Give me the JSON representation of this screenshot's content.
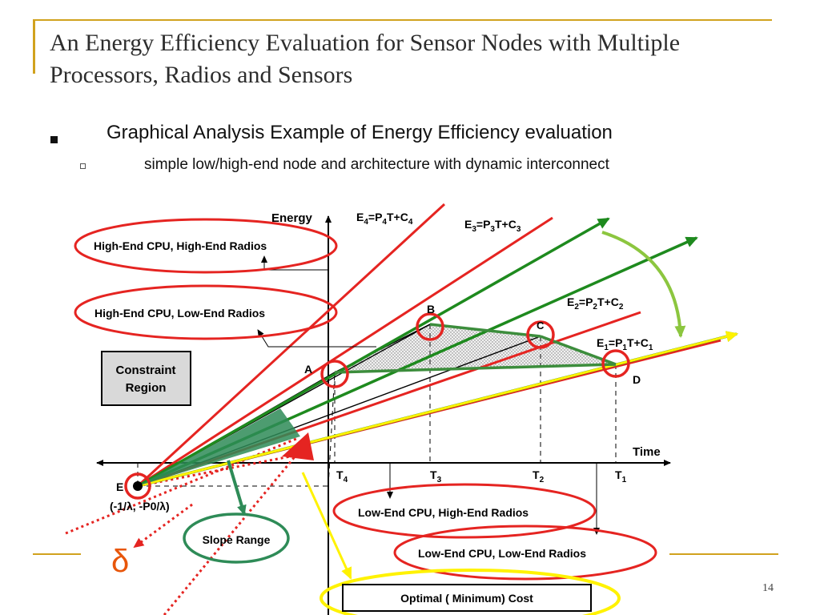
{
  "slide": {
    "title": "An Energy Efficiency Evaluation for Sensor Nodes with Multiple Processors, Radios and Sensors",
    "bullet": "Graphical Analysis Example of  Energy Efficiency evaluation",
    "sub_bullet": "simple low/high-end node and architecture with dynamic interconnect",
    "page_number": "14"
  },
  "diagram": {
    "axis_y_label": "Energy",
    "axis_x_label": "Time",
    "equations": {
      "e4": {
        "base": "E",
        "sub1": "4",
        "mid": "=P",
        "sub2": "4",
        "mid2": "T+C",
        "sub3": "4"
      },
      "e3": {
        "base": "E",
        "sub1": "3",
        "mid": "=P",
        "sub2": "3",
        "mid2": "T+C",
        "sub3": "3"
      },
      "e2": {
        "base": "E",
        "sub1": "2",
        "mid": "=P",
        "sub2": "2",
        "mid2": "T+C",
        "sub3": "2"
      },
      "e1": {
        "base": "E",
        "sub1": "1",
        "mid": "=P",
        "sub2": "1",
        "mid2": "T+C",
        "sub3": "1"
      }
    },
    "points": {
      "a": "A",
      "b": "B",
      "c": "C",
      "d": "D",
      "e": "E"
    },
    "e_coords": "(-1/λ, -P0/λ)",
    "t_ticks": {
      "t4": {
        "base": "T",
        "sub": "4"
      },
      "t3": {
        "base": "T",
        "sub": "3"
      },
      "t2": {
        "base": "T",
        "sub": "2"
      },
      "t1": {
        "base": "T",
        "sub": "1"
      }
    },
    "labels": {
      "high_high": "High-End CPU,  High-End Radios",
      "high_low": "High-End CPU,  Low-End Radios",
      "low_high": "Low-End CPU,  High-End Radios",
      "low_low": "Low-End CPU,  Low-End Radios",
      "constraint_line1": "Constraint",
      "constraint_line2": "Region",
      "slope_range": "Slope Range",
      "optimal_cost": "Optimal ( Minimum) Cost",
      "delta": "δ"
    },
    "colors": {
      "accent": "#D1A21E",
      "red": "#E52421",
      "green": "#1E8A1E",
      "yellow": "#FFF200",
      "light_green": "#8CC63F",
      "delta": "#E8560A"
    }
  }
}
